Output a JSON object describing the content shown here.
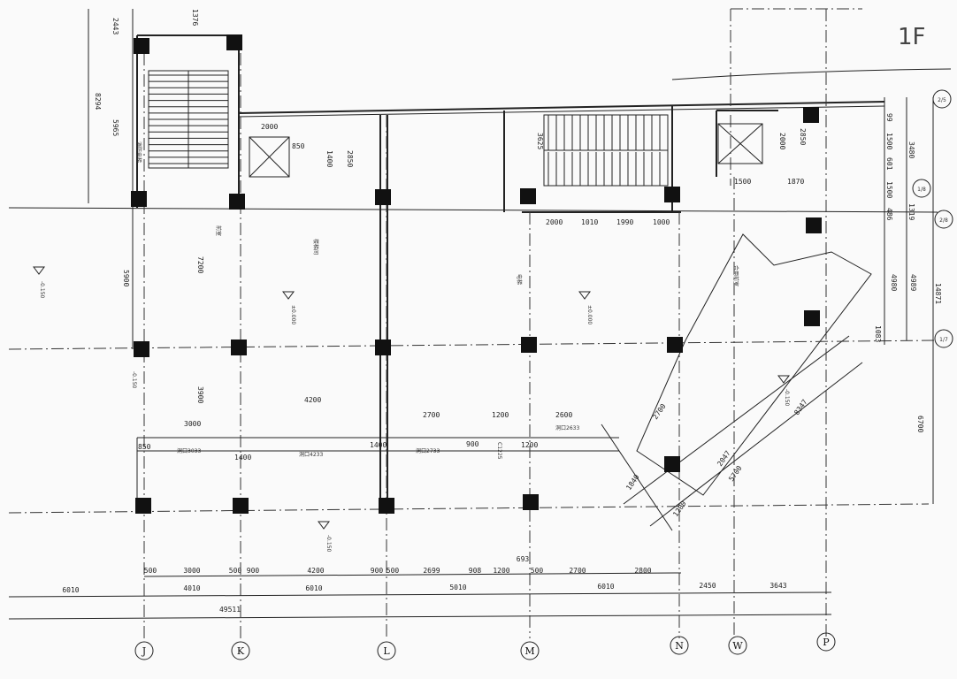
{
  "sheet": {
    "level_mark": "1F"
  },
  "grid_axes": {
    "vertical": [
      "J",
      "K",
      "L",
      "M",
      "N",
      "W",
      "P"
    ],
    "horizontal": [
      "2/5",
      "1/8",
      "2/8",
      "1/7"
    ]
  },
  "dims_bottom": {
    "row1": [
      "500",
      "3000",
      "500",
      "900",
      "4200",
      "900",
      "500",
      "2699",
      "908",
      "1200",
      "693",
      "500",
      "2700",
      "2800"
    ],
    "row2": [
      "6010",
      "4010",
      "6010",
      "5010",
      "6010",
      "2450",
      "3643"
    ],
    "total": "49511"
  },
  "dims_right": [
    "99",
    "1500",
    "3480",
    "601",
    "1500",
    "1319",
    "486",
    "4980",
    "4989",
    "1083",
    "14871",
    "6700"
  ],
  "dims_top": [
    "2443",
    "8294",
    "5965",
    "1376",
    "2000",
    "850",
    "2850",
    "1400",
    "3625",
    "2000",
    "2850",
    "1870",
    "1500",
    "2000",
    "1010",
    "1990",
    "1000"
  ],
  "dims_middle": [
    "7200",
    "5900",
    "3900",
    "3000",
    "4200",
    "2700",
    "1200",
    "2600",
    "850",
    "1400",
    "1400",
    "900",
    "1200",
    "2700",
    "2047",
    "8347",
    "5700",
    "1840",
    "1200"
  ],
  "openings": [
    "洞口3033",
    "洞口4233",
    "洞口2733",
    "C1225",
    "洞口2633"
  ],
  "levels": [
    "-0.150",
    "±0.000",
    "±0.000",
    "-0.150",
    "-0.150",
    "-0.150"
  ],
  "room_notes": [
    "消防电梯",
    "楼梯间",
    "电梯",
    "前室",
    "合用前室"
  ]
}
